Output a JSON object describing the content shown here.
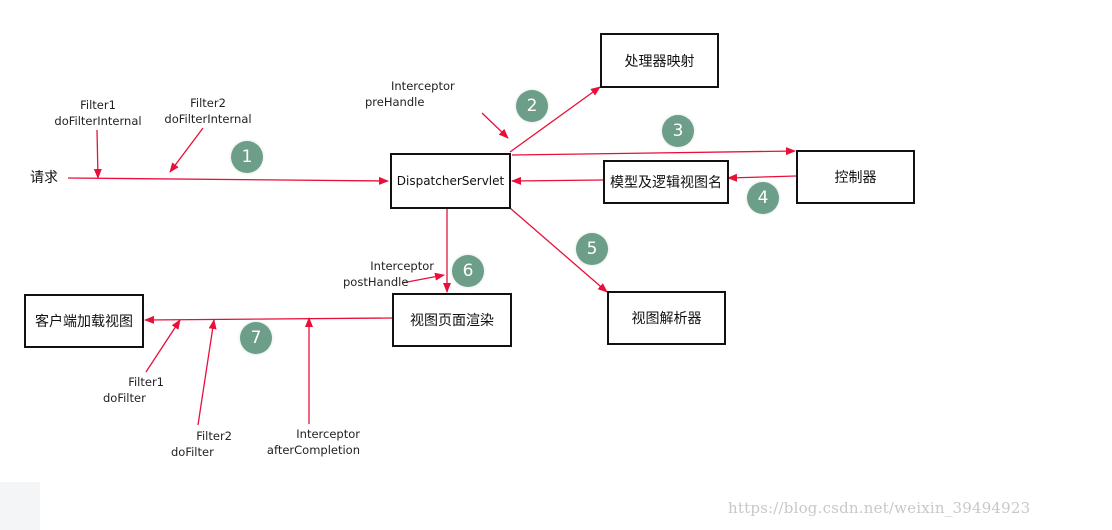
{
  "nodes": {
    "request": "请求",
    "dispatcher": "DispatcherServlet",
    "handler_mapping": "处理器映射",
    "controller": "控制器",
    "model_view": "模型及逻辑视图名",
    "view_resolver": "视图解析器",
    "view_render": "视图页面渲染",
    "client_view": "客户端加载视图"
  },
  "labels": {
    "filter1_in": [
      "Filter1",
      "doFilterInternal"
    ],
    "filter2_in": [
      "Filter2",
      "doFilterInternal"
    ],
    "pre_handle": [
      "Interceptor",
      "preHandle"
    ],
    "post_handle": [
      "Interceptor",
      "postHandle"
    ],
    "filter1_out": [
      "Filter1",
      "doFilter"
    ],
    "filter2_out": [
      "Filter2",
      "doFilter"
    ],
    "after_completion": [
      "Interceptor",
      "afterCompletion"
    ]
  },
  "steps": [
    "1",
    "2",
    "3",
    "4",
    "5",
    "6",
    "7"
  ],
  "colors": {
    "arrow": "#e8103a",
    "badge": "#6c9e8a",
    "box_border": "#111111"
  },
  "watermark": "https://blog.csdn.net/weixin_39494923"
}
